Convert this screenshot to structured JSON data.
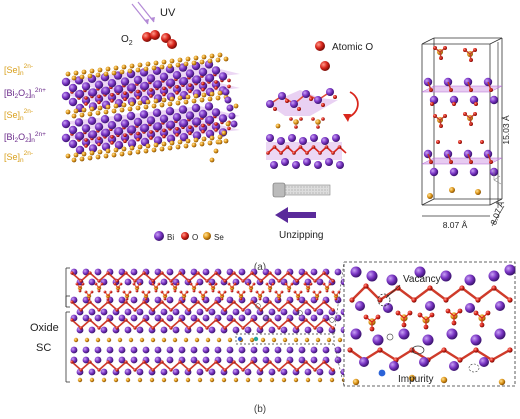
{
  "panel_a": {
    "uv_label": "UV",
    "o2_label": "O",
    "o2_sub": "2",
    "layers": [
      {
        "base": "[Se]",
        "sub": "n",
        "sup": "2n-",
        "color": "#d9a01d"
      },
      {
        "base": "[Bi",
        "mid": "O",
        "tail": "]",
        "sub1": "2",
        "sub2": "2",
        "sub": "n",
        "sup": "2n+",
        "color": "#6a2a8a"
      },
      {
        "base": "[Se]",
        "sub": "n",
        "sup": "2n-",
        "color": "#d9a01d"
      },
      {
        "base": "[Bi",
        "mid": "O",
        "tail": "]",
        "sub1": "2",
        "sub2": "2",
        "sub": "n",
        "sup": "2n+",
        "color": "#6a2a8a"
      },
      {
        "base": "[Se]",
        "sub": "n",
        "sup": "2n-",
        "color": "#d9a01d"
      }
    ],
    "legend": [
      {
        "label": "Bi",
        "color": "#7a35c4"
      },
      {
        "label": "O",
        "color": "#d9261c"
      },
      {
        "label": "Se",
        "color": "#e09a1c"
      }
    ],
    "atomic_o_label": "Atomic O",
    "unzipping_label": "Unzipping",
    "dim_c": "15.03 Å",
    "dim_a": "8.07 Å",
    "dim_b": "8.07 Å",
    "caption": "(a)"
  },
  "panel_b": {
    "oxide_label": "Oxide",
    "sc_label": "SC",
    "vacancy_label": "Vacancy",
    "impurity_label": "Impurity",
    "caption": "(b)"
  },
  "colors": {
    "bi": "#7a35c4",
    "o": "#d9261c",
    "se": "#e09a1c",
    "plane": "#c98be0",
    "arrow": "#6a2aa0"
  }
}
